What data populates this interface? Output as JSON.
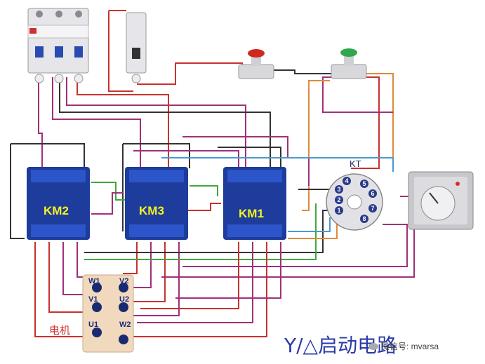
{
  "title": "Y/△启动电路",
  "watermark": "微信号: mvarsa",
  "contactors": [
    {
      "id": "km2",
      "label": "KM2"
    },
    {
      "id": "km3",
      "label": "KM3"
    },
    {
      "id": "km1",
      "label": "KM1"
    }
  ],
  "timer": {
    "label": "KT",
    "pins": [
      "1",
      "2",
      "3",
      "4",
      "5",
      "6",
      "7",
      "8"
    ]
  },
  "motor": {
    "label": "电机",
    "terminals": [
      "W1",
      "V2",
      "V1",
      "U2",
      "U1",
      "W2"
    ]
  },
  "colors": {
    "wire_red": "#c8322e",
    "wire_purple": "#a0307a",
    "wire_gray": "#333333",
    "wire_green": "#3fa83a",
    "wire_orange": "#e08a3a",
    "wire_blue": "#4a9ad0",
    "contactor_body": "#1e3c9c",
    "stop_button": "#d0281e",
    "start_button": "#2ea84a"
  },
  "icons": [
    "circuit-breaker-3p-icon",
    "circuit-breaker-1p-icon",
    "stop-button-icon",
    "start-button-icon",
    "timer-relay-icon"
  ]
}
